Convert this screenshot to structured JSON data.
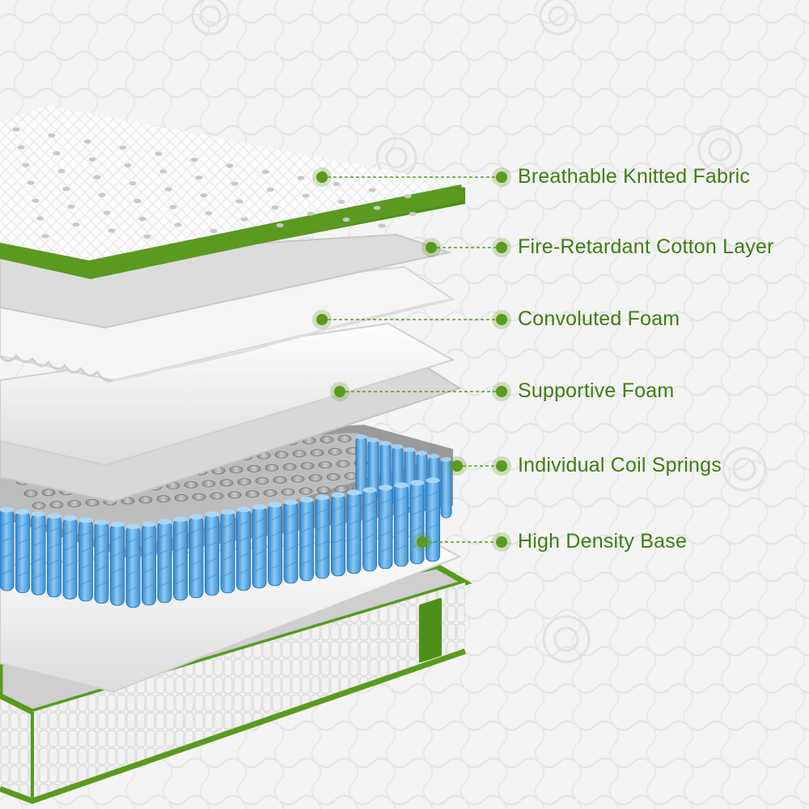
{
  "colors": {
    "accent_green": "#5a9a1e",
    "label_green": "#3e7d12",
    "coil_blue": "#5aaee8",
    "foam_white": "#f7f7f7",
    "foam_grey": "#d9d9d9",
    "background": "#f3f3f3"
  },
  "layers": [
    {
      "label": "Breathable Knitted Fabric"
    },
    {
      "label": "Fire-Retardant Cotton Layer"
    },
    {
      "label": "Convoluted Foam"
    },
    {
      "label": "Supportive Foam"
    },
    {
      "label": "Individual Coil Springs"
    },
    {
      "label": "High Density Base"
    }
  ]
}
